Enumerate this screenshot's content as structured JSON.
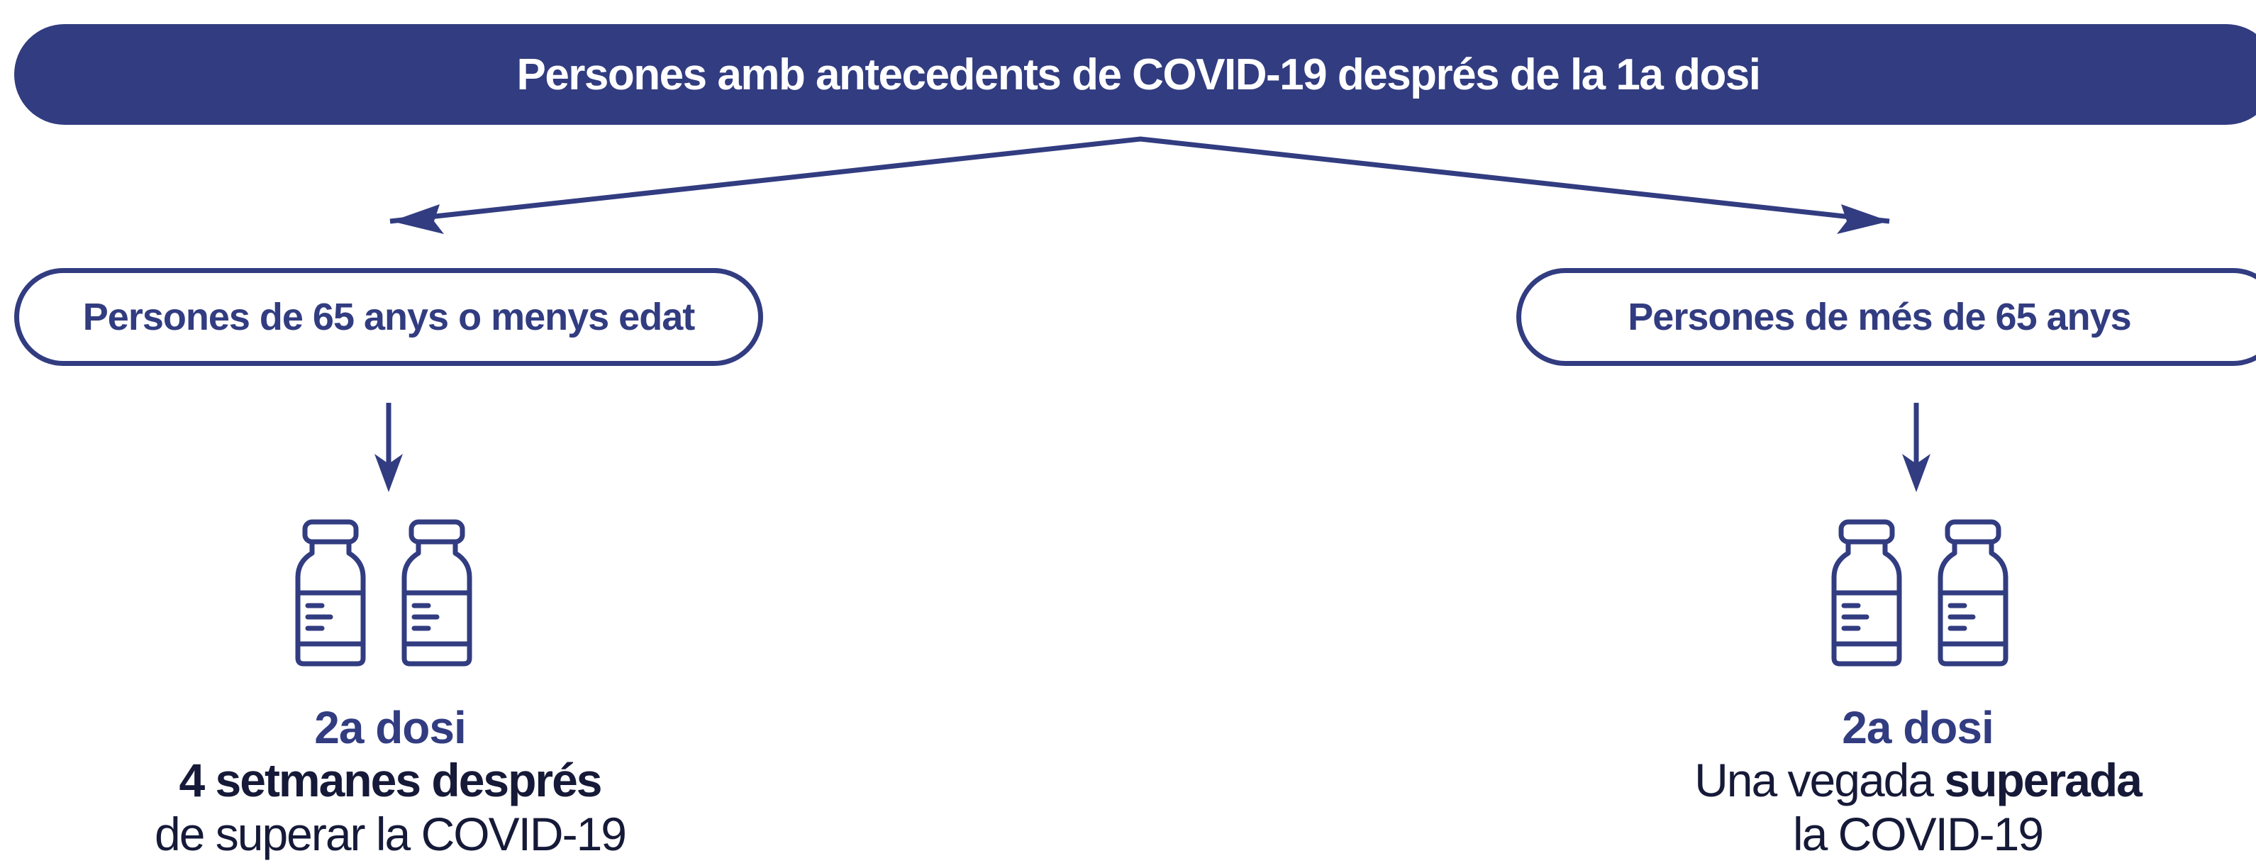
{
  "header": {
    "title": "Persones amb antecedents de COVID-19 després de la 1a dosi"
  },
  "branches": [
    {
      "label": "Persones de 65 anys o menys edat",
      "dose": "2a dosi",
      "line1_bold": "4 setmanes després",
      "line2": "de superar la COVID-19"
    },
    {
      "label": "Persones de més de 65 anys",
      "dose": "2a dosi",
      "line1_normal": "Una vegada ",
      "line1_bold": "superada",
      "line2": "la COVID-19"
    }
  ],
  "colors": {
    "primary": "#323c80",
    "text_dark": "#161a38",
    "background": "#ffffff"
  },
  "icons": [
    "arrow-icon",
    "vial-icon"
  ]
}
